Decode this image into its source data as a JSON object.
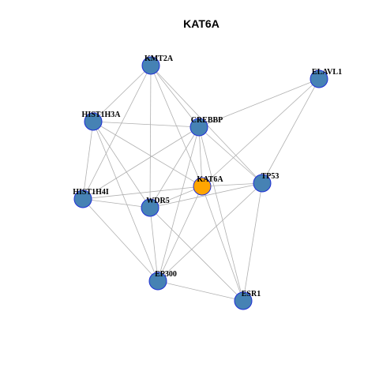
{
  "title": "KAT6A",
  "colors": {
    "node_default": "#4682b4",
    "node_highlight": "#ffa500",
    "node_border": "#1f2fd6",
    "edge": "#b0b0b0"
  },
  "nodes": [
    {
      "id": "KMT2A",
      "label": "KMT2A",
      "highlight": false
    },
    {
      "id": "ELAVL1",
      "label": "ELAVL1",
      "highlight": false
    },
    {
      "id": "HIST1H3A",
      "label": "HIST1H3A",
      "highlight": false
    },
    {
      "id": "CREBBP",
      "label": "CREBBP",
      "highlight": false
    },
    {
      "id": "KAT6A",
      "label": "KAT6A",
      "highlight": true
    },
    {
      "id": "TP53",
      "label": "TP53",
      "highlight": false
    },
    {
      "id": "HIST1H4I",
      "label": "HIST1H4I",
      "highlight": false
    },
    {
      "id": "WDR5",
      "label": "WDR5",
      "highlight": false
    },
    {
      "id": "EP300",
      "label": "EP300",
      "highlight": false
    },
    {
      "id": "ESR1",
      "label": "ESR1",
      "highlight": false
    }
  ],
  "edges": [
    [
      "KMT2A",
      "HIST1H3A"
    ],
    [
      "KMT2A",
      "CREBBP"
    ],
    [
      "KMT2A",
      "KAT6A"
    ],
    [
      "KMT2A",
      "WDR5"
    ],
    [
      "KMT2A",
      "HIST1H4I"
    ],
    [
      "KMT2A",
      "TP53"
    ],
    [
      "ELAVL1",
      "CREBBP"
    ],
    [
      "ELAVL1",
      "TP53"
    ],
    [
      "ELAVL1",
      "KAT6A"
    ],
    [
      "HIST1H3A",
      "CREBBP"
    ],
    [
      "HIST1H3A",
      "HIST1H4I"
    ],
    [
      "HIST1H3A",
      "WDR5"
    ],
    [
      "HIST1H3A",
      "KAT6A"
    ],
    [
      "HIST1H3A",
      "EP300"
    ],
    [
      "CREBBP",
      "KAT6A"
    ],
    [
      "CREBBP",
      "TP53"
    ],
    [
      "CREBBP",
      "HIST1H4I"
    ],
    [
      "CREBBP",
      "WDR5"
    ],
    [
      "CREBBP",
      "EP300"
    ],
    [
      "CREBBP",
      "ESR1"
    ],
    [
      "KAT6A",
      "TP53"
    ],
    [
      "KAT6A",
      "HIST1H4I"
    ],
    [
      "KAT6A",
      "WDR5"
    ],
    [
      "KAT6A",
      "EP300"
    ],
    [
      "KAT6A",
      "ESR1"
    ],
    [
      "TP53",
      "WDR5"
    ],
    [
      "TP53",
      "EP300"
    ],
    [
      "TP53",
      "ESR1"
    ],
    [
      "HIST1H4I",
      "WDR5"
    ],
    [
      "HIST1H4I",
      "EP300"
    ],
    [
      "WDR5",
      "EP300"
    ],
    [
      "WDR5",
      "ESR1"
    ],
    [
      "EP300",
      "ESR1"
    ]
  ]
}
